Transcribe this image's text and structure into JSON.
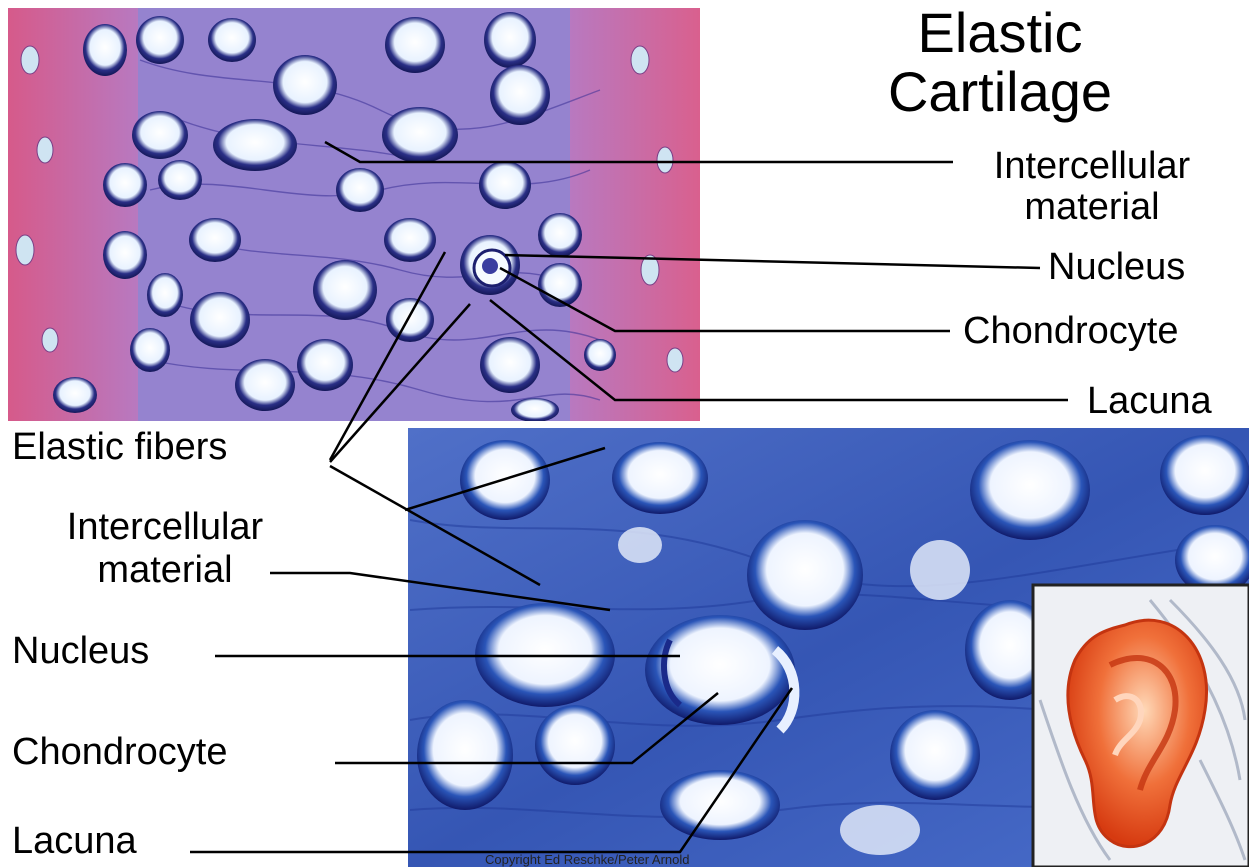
{
  "title": "Elastic\nCartilage",
  "top_labels": {
    "intercellular": "Intercellular\nmaterial",
    "nucleus": "Nucleus",
    "chondrocyte": "Chondrocyte",
    "lacuna": "Lacuna"
  },
  "bottom_labels": {
    "elastic_fibers": "Elastic fibers",
    "intercellular": "Intercellular\nmaterial",
    "nucleus": "Nucleus",
    "chondrocyte": "Chondrocyte",
    "lacuna": "Lacuna"
  },
  "copyright": "Copyright Ed Reschke/Peter Arnold",
  "colors": {
    "top_tissue_pink": "#d9608e",
    "top_matrix_purple": "#8e7cc8",
    "bottom_matrix_blue": "#3f63c0",
    "cell_outline_navy": "#1c1f6e",
    "ear_orange": "#e8501a"
  }
}
